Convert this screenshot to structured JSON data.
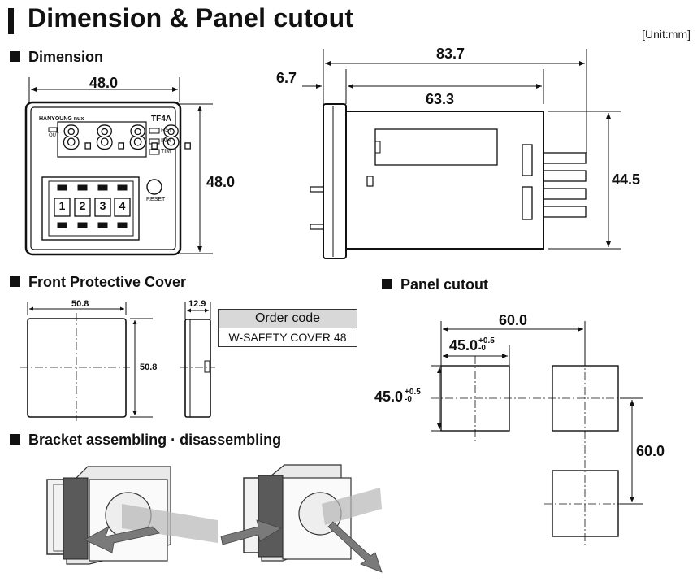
{
  "title": "Dimension & Panel cutout",
  "unit": "[Unit:mm]",
  "sections": {
    "dimension": "Dimension",
    "cover": "Front Protective Cover",
    "cutout": "Panel cutout",
    "bracket": "Bracket assembling · disassembling"
  },
  "front": {
    "width": "48.0",
    "height": "48.0",
    "brand": "HANYOUNG nux",
    "model": "TF4A",
    "out_label": "OUT",
    "display": "8.8.8.8.",
    "indicators": [
      "RST",
      "INH",
      "TIM"
    ],
    "digits": [
      "1",
      "2",
      "3",
      "4"
    ],
    "reset_label": "RESET"
  },
  "side": {
    "total_length": "83.7",
    "bezel": "6.7",
    "body_length": "63.3",
    "height": "44.5"
  },
  "cover": {
    "width": "50.8",
    "height": "50.8",
    "depth": "12.9",
    "order_header": "Order code",
    "order_value": "W-SAFETY COVER 48"
  },
  "cutout": {
    "pitch_x": "60.0",
    "pitch_y": "60.0",
    "hole_w": "45.0",
    "hole_h": "45.0",
    "tol_plus": "+",
    "tol_plus_val": "0.5",
    "tol_minus": "-",
    "tol_minus_val": "0"
  }
}
